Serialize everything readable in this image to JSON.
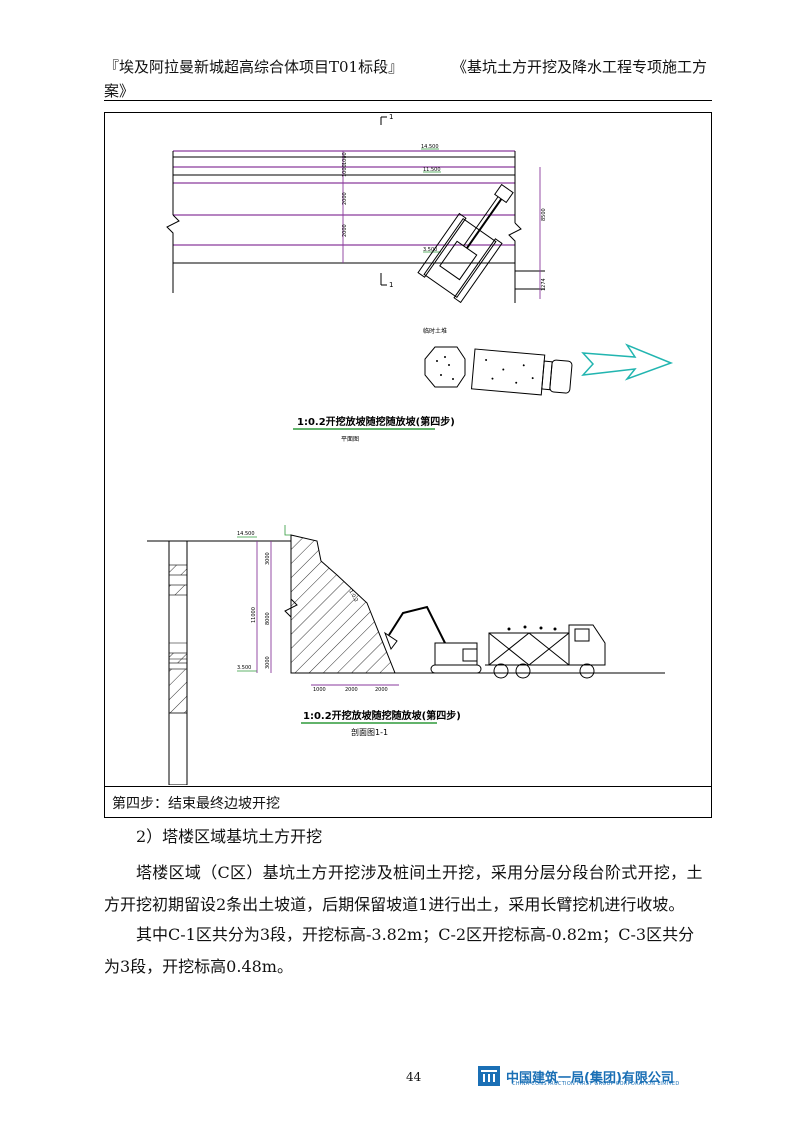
{
  "header": {
    "left": "『埃及阿拉曼新城超高综合体项目T01标段』",
    "right": "《基坑土方开挖及降水工程专项施工方",
    "wrap": "案》"
  },
  "figure": {
    "caption": "第四步：结束最终边坡开挖",
    "plan": {
      "section_mark_top": "1",
      "section_mark_bottom": "1",
      "elev_1": "14.500",
      "elev_2": "11.500",
      "elev_3": "3.500",
      "dim_1": "1000",
      "dim_2": "1000",
      "dim_3": "2000",
      "dim_4": "2000",
      "dim_total": "8500",
      "dim_right_lower": "1274",
      "truck_label": "临时土堆",
      "title": "1:0.2开挖放坡随挖随放坡(第四步)",
      "subtitle": "平面图"
    },
    "section": {
      "elev_top": "14.500",
      "elev_bottom": "3.500",
      "dim_v1": "3000",
      "dim_v2": "11000",
      "dim_v3": "8000",
      "dim_v4": "3000",
      "dim_h1": "1000",
      "dim_h2": "2000",
      "dim_h3": "2000",
      "slope_label": "1:0.2",
      "title": "1:0.2开挖放坡随挖随放坡(第四步)",
      "subtitle": "剖面图1-1"
    }
  },
  "body": {
    "section_title": "2）塔楼区域基坑土方开挖",
    "para1_line1": "塔楼区域（C区）基坑土方开挖涉及桩间土开挖，采用分层分段台阶式开挖，土",
    "para1_line2": "方开挖初期留设2条出土坡道，后期保留坡道1进行出土，采用长臂挖机进行收坡。",
    "para2_line1": "其中C-1区共分为3段，开挖标高-3.82m；C-2区开挖标高-0.82m；C-3区共分",
    "para2_line2": "为3段，开挖标高0.48m。"
  },
  "footer": {
    "page_number": "44",
    "logo_cn": "中国建筑一局(集团)有限公司",
    "logo_en": "CHINA CONSTRUCTION FIRST GROUP CORPORATION LIMITED"
  },
  "colors": {
    "purple": "#8a3a9c",
    "green": "#2e9a3a",
    "cyan": "#22b5b0",
    "brand_blue": "#1a6fb5"
  }
}
